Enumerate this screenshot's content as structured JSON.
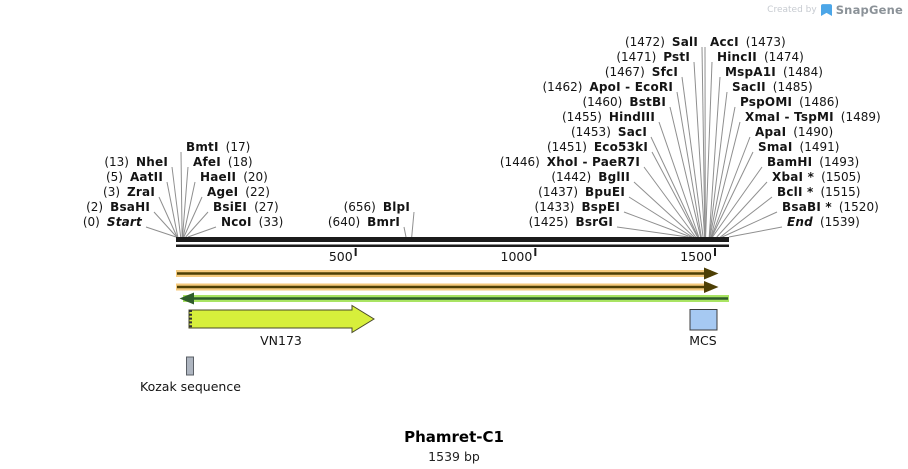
{
  "watermark": {
    "created_by": "Created by",
    "brand": "SnapGene"
  },
  "title": {
    "name": "Phamret-C1",
    "length": "1539 bp"
  },
  "ruler": {
    "total_bp": 1539,
    "ticks": [
      {
        "label": "500",
        "bp": 500
      },
      {
        "label": "1000",
        "bp": 1000
      },
      {
        "label": "1500",
        "bp": 1500
      }
    ]
  },
  "colors": {
    "sequence_bar": "#1b1b1b",
    "connector_line": "#8f8f8f",
    "orange_arrow_outer": "#f5ca7d",
    "orange_arrow_inner": "#4d3f05",
    "green_arrow_outer": "#a9e463",
    "green_arrow_inner": "#2f5c2a",
    "vn173_fill": "#d7ef3b",
    "mcs_fill": "#a6c9f2",
    "kozak_fill": "#aeb5c0"
  },
  "features": [
    {
      "label": "VN173",
      "type": "arrow",
      "direction": "right"
    },
    {
      "label": "MCS",
      "type": "box"
    },
    {
      "label": "Kozak sequence",
      "type": "marker"
    }
  ],
  "sites": {
    "start_cluster_outer": [
      {
        "pos": "(13)",
        "name": "NheI",
        "bp": 13
      },
      {
        "pos": "(5)",
        "name": "AatII",
        "bp": 5
      },
      {
        "pos": "(3)",
        "name": "ZraI",
        "bp": 3
      },
      {
        "pos": "(2)",
        "name": "BsaHI",
        "bp": 2
      },
      {
        "pos": "(0)",
        "name": "Start",
        "bp": 0,
        "italic": true
      }
    ],
    "start_cluster_inner": [
      {
        "name": "BmtI",
        "pos": "(17)",
        "bp": 17
      },
      {
        "name": "AfeI",
        "pos": "(18)",
        "bp": 18
      },
      {
        "name": "HaeII",
        "pos": "(20)",
        "bp": 20
      },
      {
        "name": "AgeI",
        "pos": "(22)",
        "bp": 22
      },
      {
        "name": "BsiEI",
        "pos": "(27)",
        "bp": 27
      },
      {
        "name": "NcoI",
        "pos": "(33)",
        "bp": 33
      }
    ],
    "middle": [
      {
        "pos": "(656)",
        "name": "BlpI",
        "bp": 656
      },
      {
        "pos": "(640)",
        "name": "BmrI",
        "bp": 640
      }
    ],
    "end_cluster_outer": [
      {
        "pos": "(1472)",
        "name": "SalI",
        "bp": 1472
      },
      {
        "pos": "(1471)",
        "name": "PstI",
        "bp": 1471
      },
      {
        "pos": "(1467)",
        "name": "SfcI",
        "bp": 1467
      },
      {
        "pos": "(1462)",
        "name": "ApoI - EcoRI",
        "bp": 1462
      },
      {
        "pos": "(1460)",
        "name": "BstBI",
        "bp": 1460
      },
      {
        "pos": "(1455)",
        "name": "HindIII",
        "bp": 1455
      },
      {
        "pos": "(1453)",
        "name": "SacI",
        "bp": 1453
      },
      {
        "pos": "(1451)",
        "name": "Eco53kI",
        "bp": 1451
      },
      {
        "pos": "(1446)",
        "name": "XhoI - PaeR7I",
        "bp": 1446
      },
      {
        "pos": "(1442)",
        "name": "BglII",
        "bp": 1442
      },
      {
        "pos": "(1437)",
        "name": "BpuEI",
        "bp": 1437
      },
      {
        "pos": "(1433)",
        "name": "BspEI",
        "bp": 1433
      },
      {
        "pos": "(1425)",
        "name": "BsrGI",
        "bp": 1425
      }
    ],
    "end_cluster_inner": [
      {
        "name": "AccI",
        "pos": "(1473)",
        "bp": 1473
      },
      {
        "name": "HincII",
        "pos": "(1474)",
        "bp": 1474
      },
      {
        "name": "MspA1I",
        "pos": "(1484)",
        "bp": 1484
      },
      {
        "name": "SacII",
        "pos": "(1485)",
        "bp": 1485
      },
      {
        "name": "PspOMI",
        "pos": "(1486)",
        "bp": 1486
      },
      {
        "name": "XmaI - TspMI",
        "pos": "(1489)",
        "bp": 1489
      },
      {
        "name": "ApaI",
        "pos": "(1490)",
        "bp": 1490
      },
      {
        "name": "SmaI",
        "pos": "(1491)",
        "bp": 1491
      },
      {
        "name": "BamHI",
        "pos": "(1493)",
        "bp": 1493
      },
      {
        "name": "XbaI *",
        "pos": "(1505)",
        "bp": 1505
      },
      {
        "name": "BclI *",
        "pos": "(1515)",
        "bp": 1515
      },
      {
        "name": "BsaBI *",
        "pos": "(1520)",
        "bp": 1520
      },
      {
        "name": "End",
        "pos": "(1539)",
        "bp": 1539,
        "italic": true
      }
    ]
  }
}
